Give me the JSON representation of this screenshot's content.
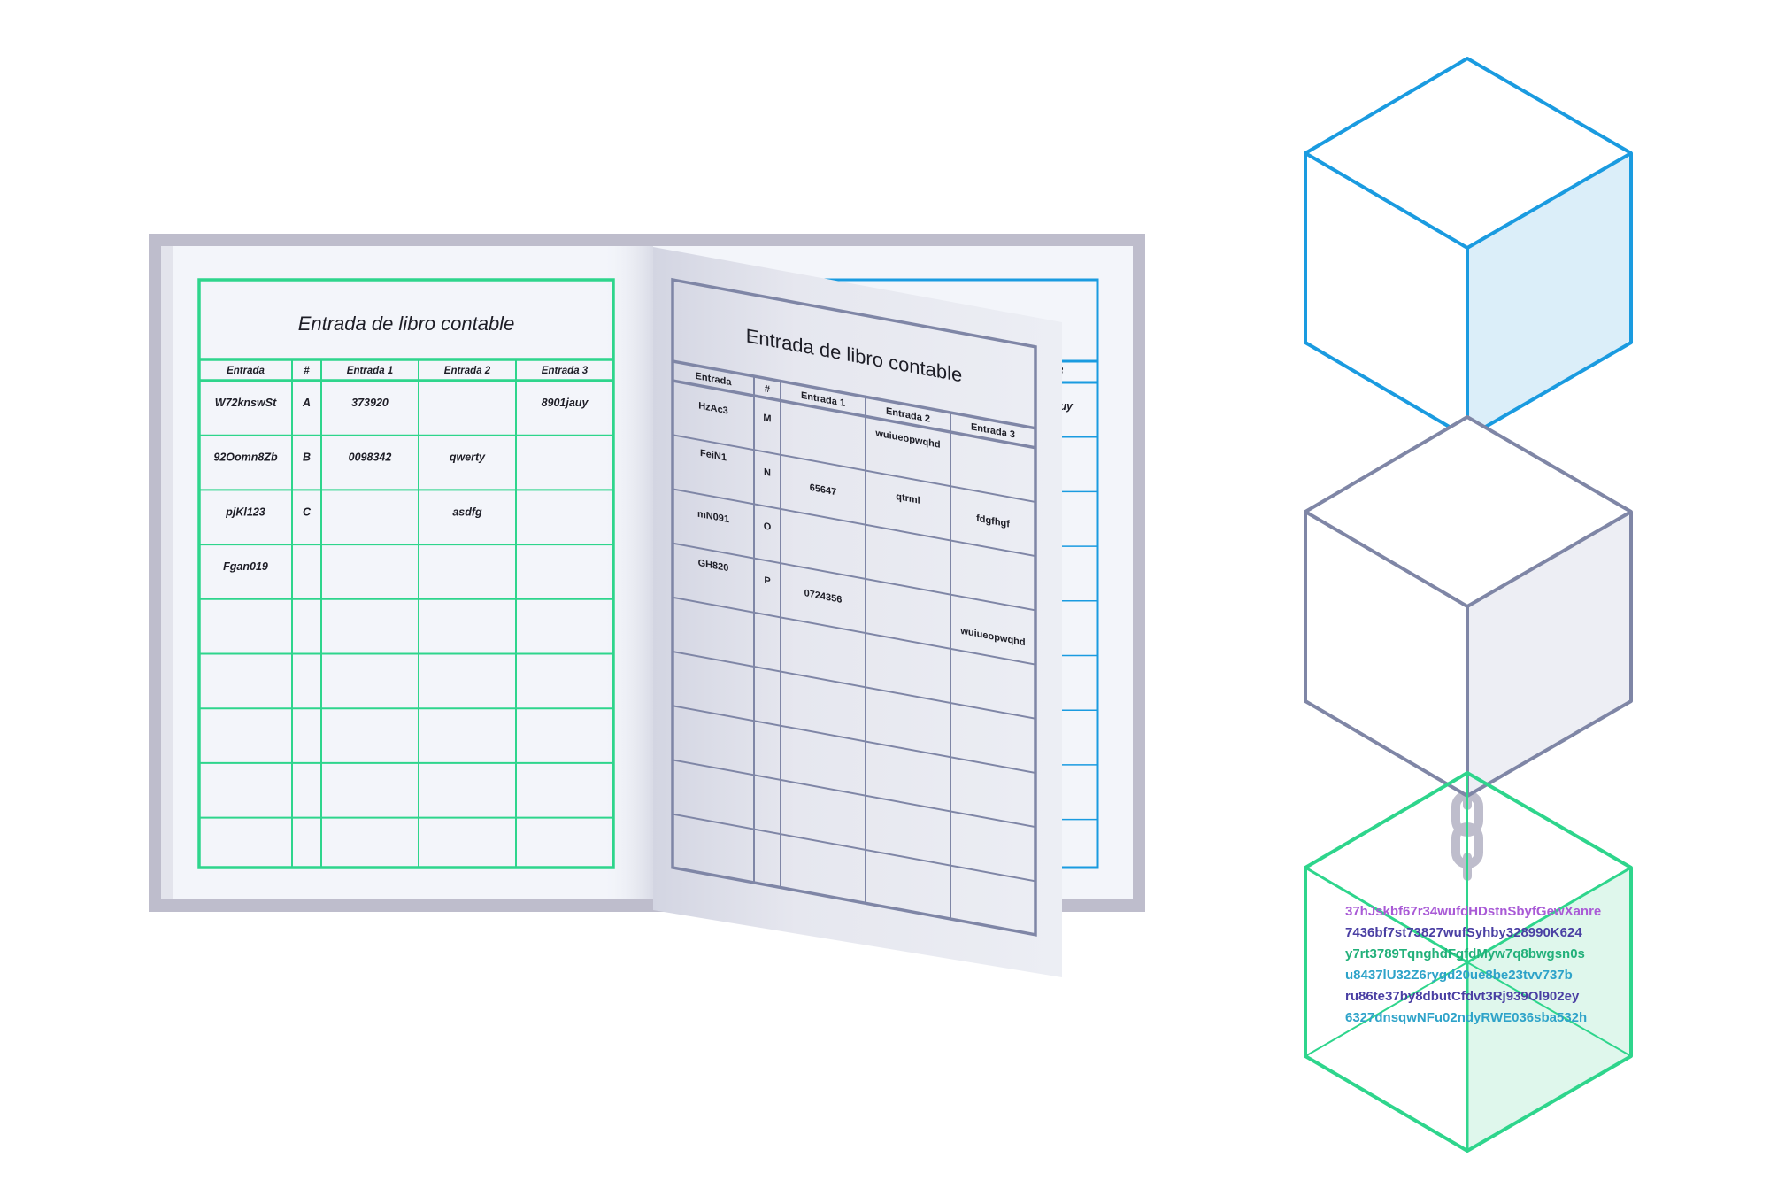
{
  "ledger_title_left": "Entrada de libro contable",
  "ledger_title_right": "Entrada de libro contable",
  "left_headers": [
    "Entrada",
    "#",
    "Entrada 1",
    "Entrada 2",
    "Entrada 3"
  ],
  "right_headers": [
    "Entrada",
    "#",
    "Entrada 1",
    "Entrada 2",
    "Entrada 3"
  ],
  "back_page_fragments": {
    "header": "3",
    "cell": "auy"
  },
  "left_rows": [
    [
      "W72knswSt",
      "A",
      "373920",
      "",
      "8901jauy"
    ],
    [
      "92Oomn8Zb",
      "B",
      "0098342",
      "qwerty",
      ""
    ],
    [
      "pjKl123",
      "C",
      "",
      "asdfg",
      ""
    ],
    [
      "Fgan019",
      "",
      "",
      "",
      ""
    ]
  ],
  "right_rows": [
    [
      "HzAc3",
      "M",
      "",
      "wuiueopwqhd",
      ""
    ],
    [
      "FeiN1",
      "N",
      "65647",
      "qtrml",
      "fdgfhgf"
    ],
    [
      "mN091",
      "O",
      "",
      "",
      ""
    ],
    [
      "GH820",
      "P",
      "0724356",
      "",
      "wuiueopwqhd"
    ]
  ],
  "hash_lines": [
    "37hJskbf67r34wufdHDstnSbyfGewXanre",
    "7436bf7st73827wufSyhby328990K624",
    "y7rt3789TqnghdFgfdMyw7q8bwgsn0s",
    "u8437lU32Z6rygd20ue8be23tvv737b",
    "ru86te37by8dbutCfdvt3Rj939Ol902ey",
    "6327dnsqwNFu02ndyRWE036sba532h"
  ],
  "colors": {
    "green": "#2ed58c",
    "blue": "#1a9be0",
    "slate": "#7f86a6",
    "book_frame": "#bebdcc",
    "page": "#f3f5fa",
    "hash_line_colors": [
      "#a95ad6",
      "#4a3fa3",
      "#22b07a",
      "#2ea3c9",
      "#4a3fa3",
      "#2ea3c9"
    ]
  }
}
